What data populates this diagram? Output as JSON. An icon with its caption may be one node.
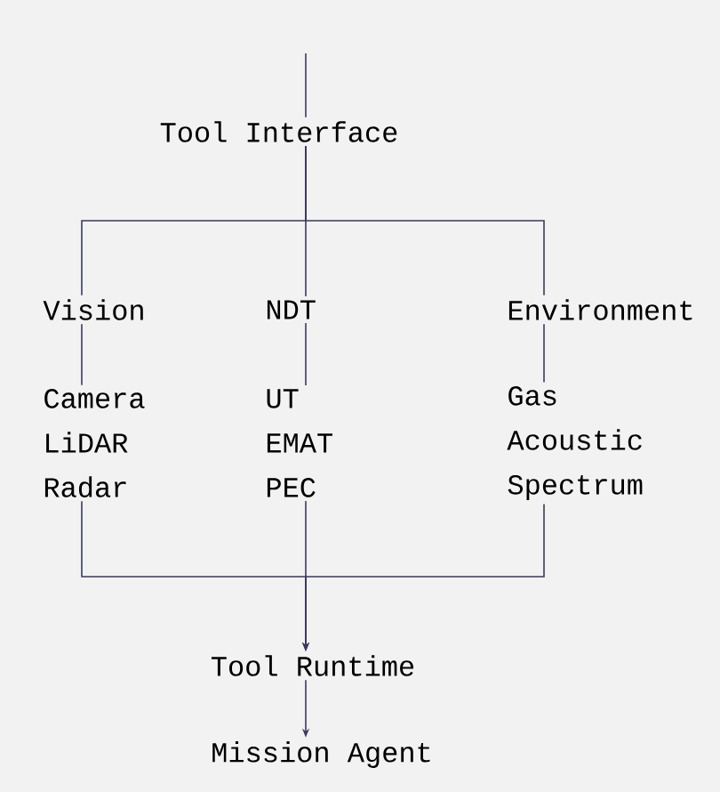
{
  "diagram": {
    "nodes": [
      {
        "text": [
          "Tool Interface"
        ]
      },
      {
        "text": [
          "Vision"
        ]
      },
      {
        "text": [
          "NDT"
        ]
      },
      {
        "text": [
          "Environment"
        ]
      },
      {
        "text": [
          "Camera",
          "LiDAR",
          "Radar"
        ]
      },
      {
        "text": [
          "UT",
          "EMAT",
          "PEC"
        ]
      },
      {
        "text": [
          "Gas",
          "Acoustic",
          "Spectrum"
        ]
      },
      {
        "text": [
          "Tool Runtime"
        ]
      },
      {
        "text": [
          "Mission Agent"
        ]
      }
    ],
    "edges": [
      {
        "from": null,
        "to": 0,
        "arrow": "none"
      },
      {
        "from": 0,
        "to": 1,
        "arrow": "none"
      },
      {
        "from": 0,
        "to": 2,
        "arrow": "none"
      },
      {
        "from": 0,
        "to": 3,
        "arrow": "none"
      },
      {
        "from": 1,
        "to": 4,
        "arrow": "none"
      },
      {
        "from": 2,
        "to": 5,
        "arrow": "none"
      },
      {
        "from": 3,
        "to": 6,
        "arrow": "none"
      },
      {
        "from": 4,
        "to": 7,
        "arrow": "to"
      },
      {
        "from": 5,
        "to": 7,
        "arrow": "to"
      },
      {
        "from": 6,
        "to": 7,
        "arrow": "to"
      },
      {
        "from": 7,
        "to": 8,
        "arrow": "to"
      }
    ]
  }
}
